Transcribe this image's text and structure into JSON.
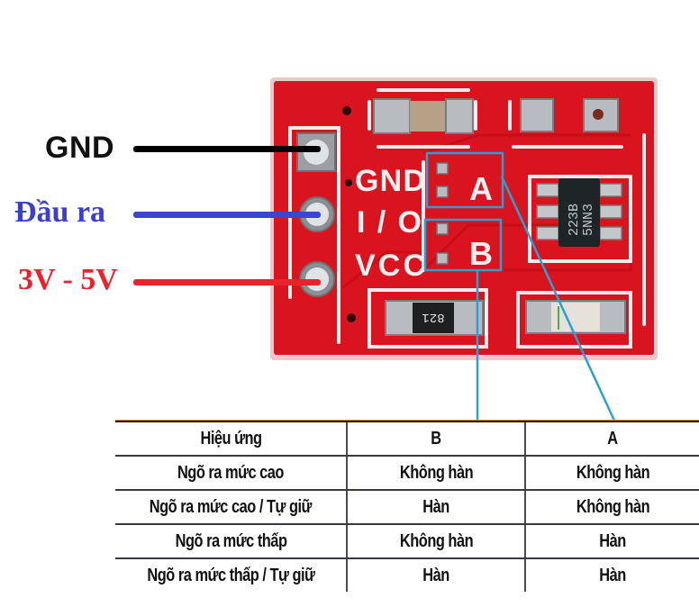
{
  "pin_labels": [
    {
      "id": "gnd",
      "text": "GND",
      "wire_color": "#000000",
      "text_color": "#111111"
    },
    {
      "id": "output",
      "text": "Đầu ra",
      "wire_color": "#3b46d0",
      "text_color": "#3b3fcf"
    },
    {
      "id": "vcc",
      "text": "3V - 5V",
      "wire_color": "#e8232a",
      "text_color": "#e8232a"
    }
  ],
  "board": {
    "color": "#d9141e",
    "silkscreen": {
      "pin_labels": [
        "GND",
        "I/O",
        "VCC"
      ],
      "jumper_a": "A",
      "jumper_b": "B"
    },
    "ic_marking": [
      "223B",
      "5NN3"
    ],
    "resistor_marking": "821",
    "callout_color": "#2b9fd6"
  },
  "table": {
    "header": [
      "Hiệu ứng",
      "B",
      "A"
    ],
    "rows": [
      [
        "Ngõ ra mức cao",
        "Không hàn",
        "Không hàn"
      ],
      [
        "Ngõ ra mức cao / Tự giữ",
        "Hàn",
        "Không hàn"
      ],
      [
        "Ngõ ra mức thấp",
        "Không hàn",
        "Hàn"
      ],
      [
        "Ngõ ra mức thấp / Tự giữ",
        "Hàn",
        "Hàn"
      ]
    ]
  }
}
